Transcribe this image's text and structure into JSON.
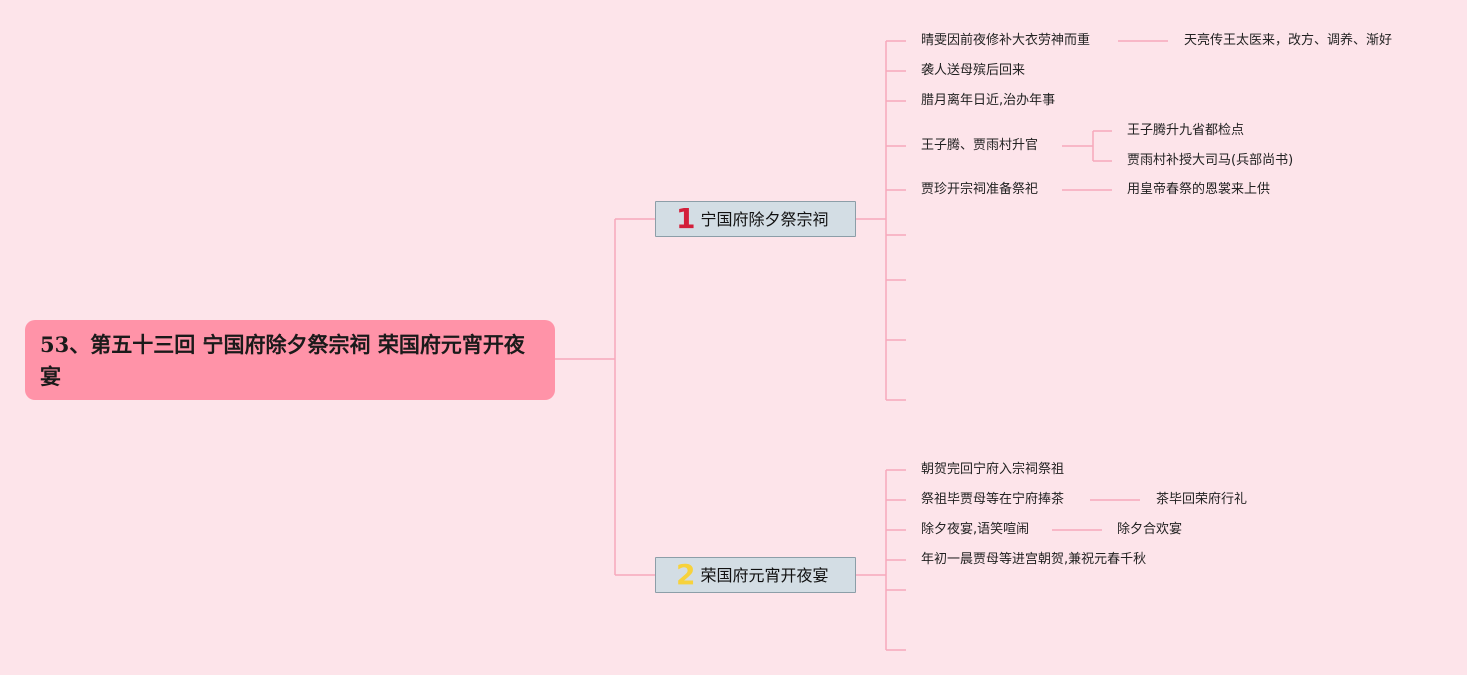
{
  "title": "53、第五十三回 宁国府除夕祭宗祠 荣国府元宵开夜宴",
  "colors": {
    "background": "#fde4ea",
    "root": "#ff93a8",
    "topic": "#d3dde4",
    "connector": "#f7a8bb",
    "num1": "#d31f3a",
    "num2": "#f7d23c"
  },
  "branches": [
    {
      "number": "1",
      "label": "宁国府除夕祭宗祠",
      "children": [
        {
          "label": "晴雯因前夜修补大衣劳神而重",
          "children": [
            "天亮传王太医来，改方、调养、渐好"
          ]
        },
        {
          "label": "袭人送母殡后回来",
          "children": []
        },
        {
          "label": "腊月离年日近,治办年事",
          "children": []
        },
        {
          "label": "王子腾、贾雨村升官",
          "children": [
            "王子腾升九省都检点",
            "贾雨村补授大司马(兵部尚书)"
          ]
        },
        {
          "label": "贾珍开宗祠准备祭祀",
          "children": [
            "用皇帝春祭的恩裳来上供"
          ]
        },
        {
          "label": "",
          "children": []
        },
        {
          "label": "",
          "children": []
        },
        {
          "label": "",
          "children": []
        },
        {
          "label": "",
          "children": []
        }
      ]
    },
    {
      "number": "2",
      "label": "荣国府元宵开夜宴",
      "children": [
        {
          "label": "朝贺完回宁府入宗祠祭祖",
          "children": []
        },
        {
          "label": "祭祖毕贾母等在宁府捧茶",
          "children": [
            "茶毕回荣府行礼"
          ]
        },
        {
          "label": "除夕夜宴,语笑喧闹",
          "children": [
            "除夕合欢宴"
          ]
        },
        {
          "label": "年初一晨贾母等进宫朝贺,兼祝元春千秋",
          "children": []
        },
        {
          "label": "",
          "children": []
        },
        {
          "label": "",
          "children": []
        }
      ]
    }
  ]
}
